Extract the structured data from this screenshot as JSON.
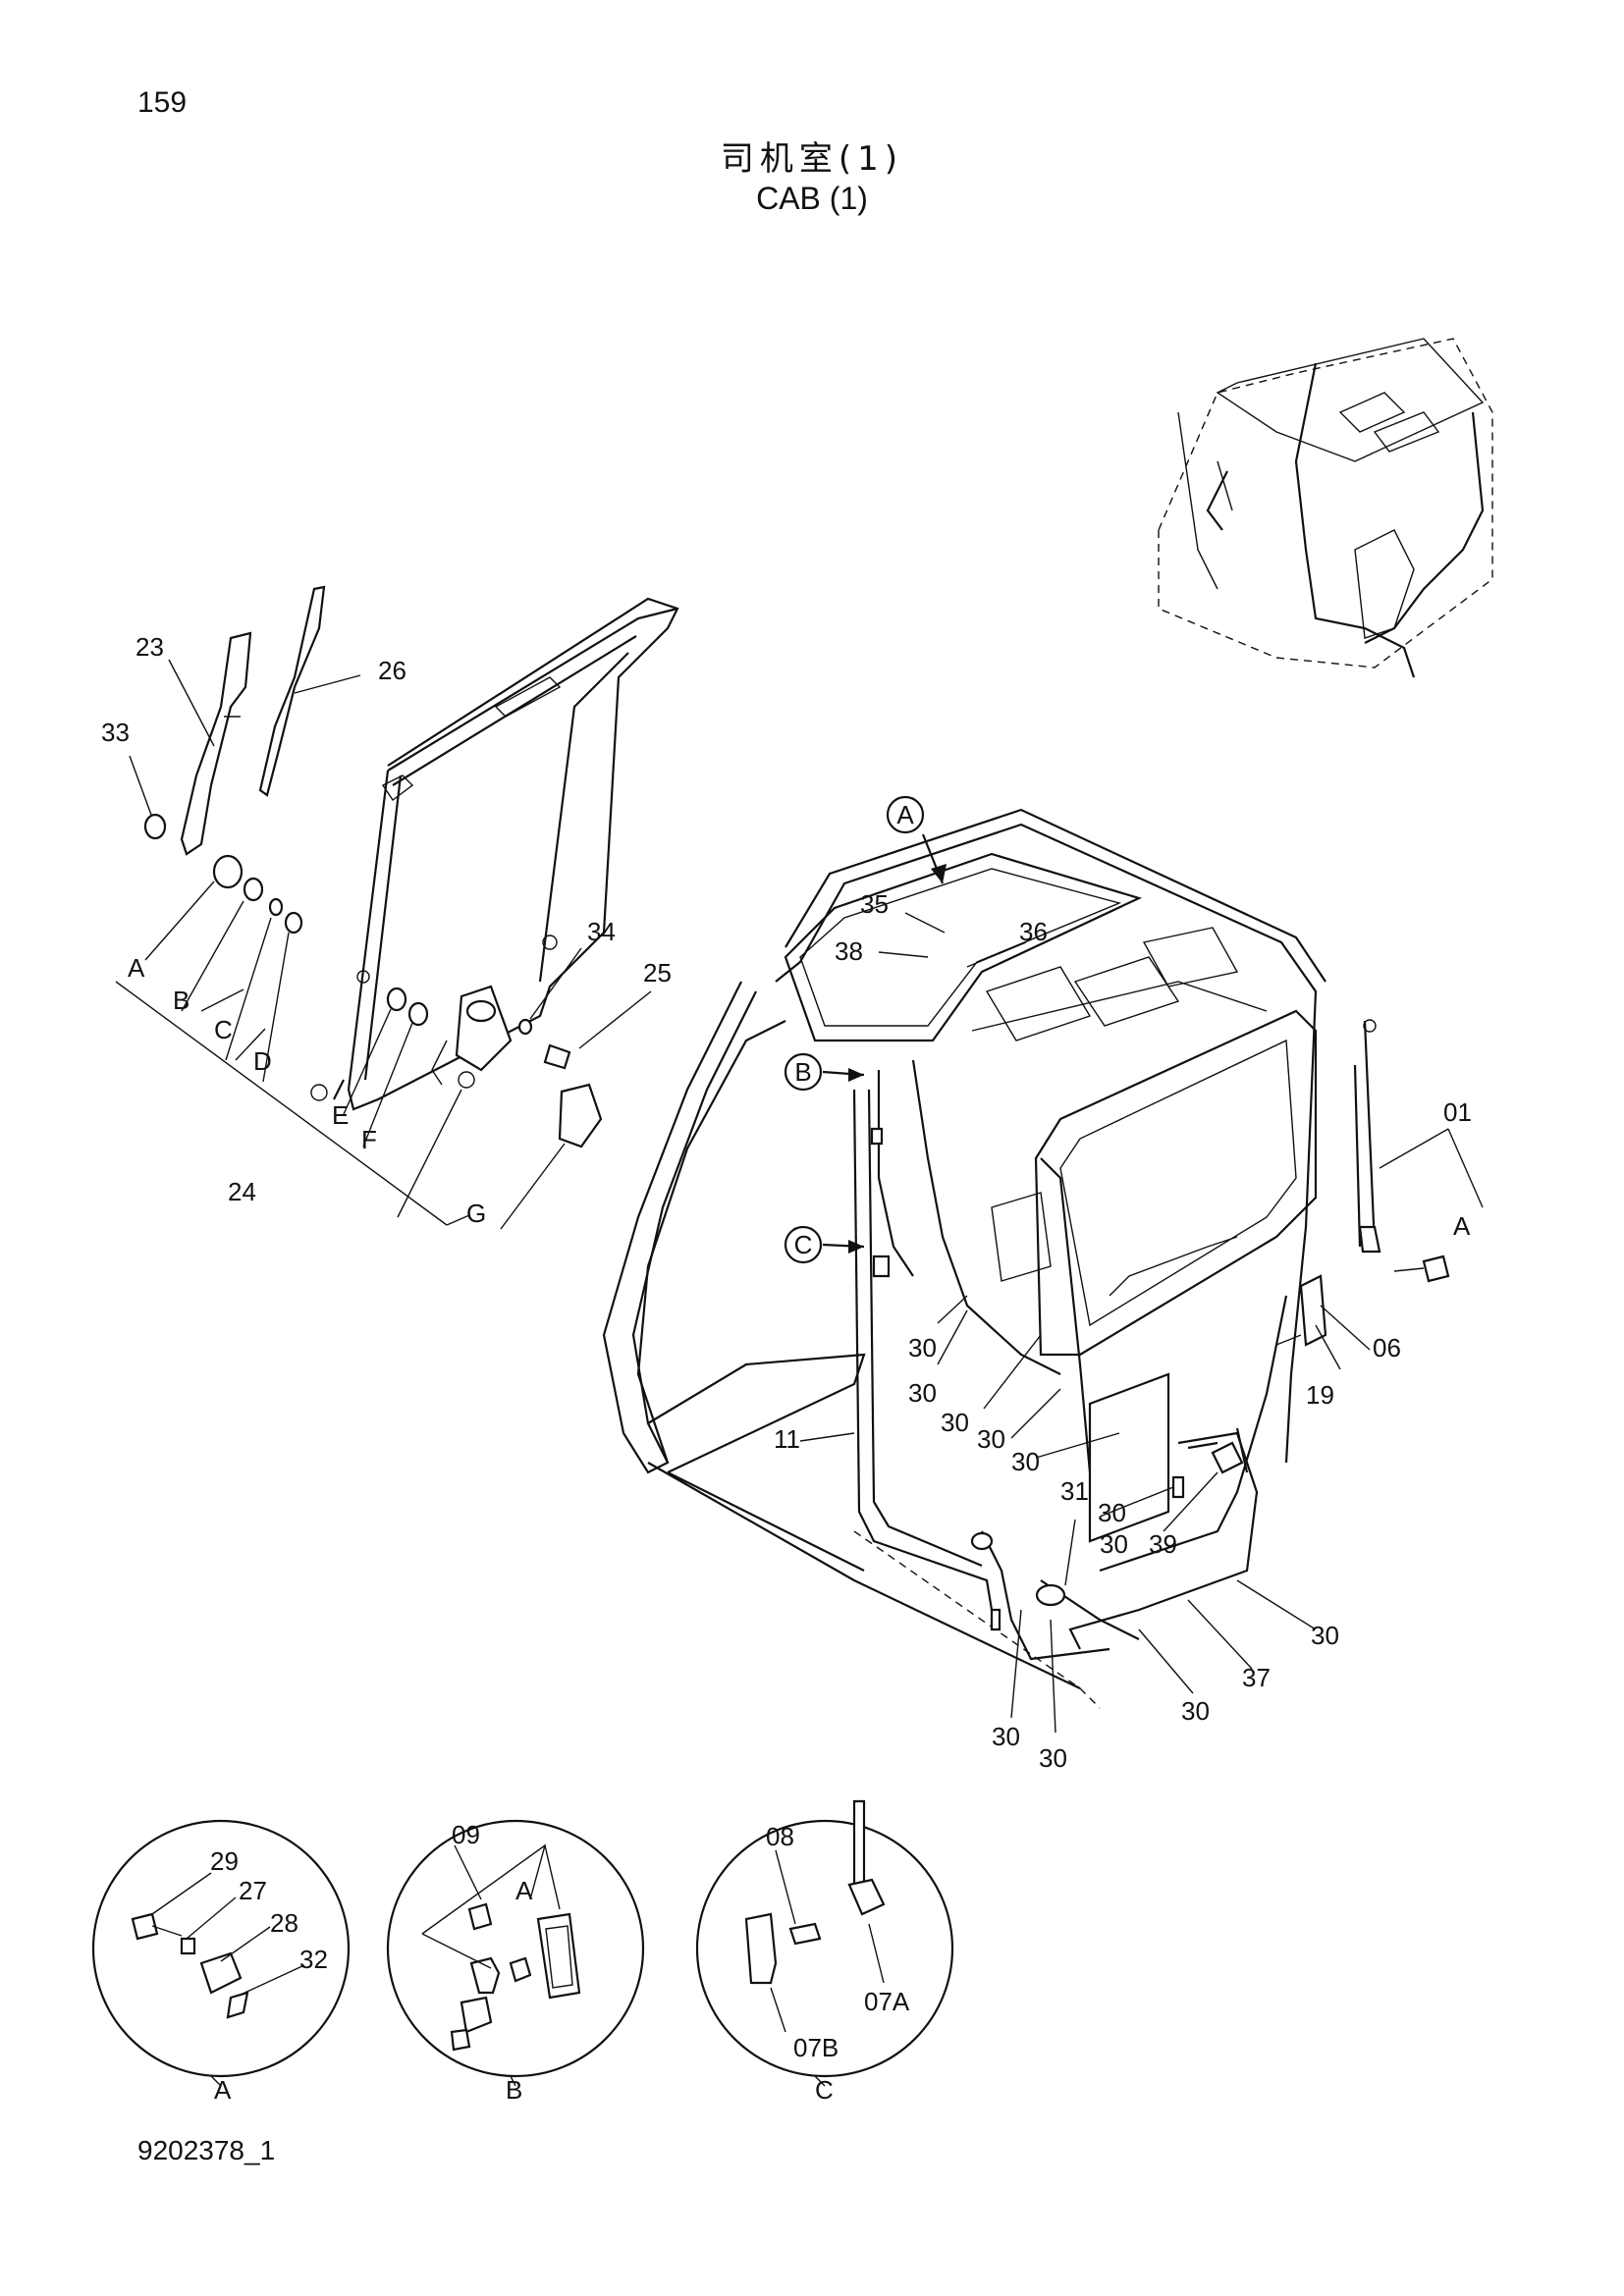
{
  "page_number": "159",
  "title_cn": "司机室(1)",
  "title_en": "CAB (1)",
  "doc_code": "9202378_1",
  "callouts": {
    "c23": "23",
    "c26": "26",
    "c33": "33",
    "c34": "34",
    "c25": "25",
    "c24": "24",
    "cA": "A",
    "cB": "B",
    "cC": "C",
    "cD": "D",
    "cE": "E",
    "cF": "F",
    "cG": "G",
    "c35": "35",
    "c36": "36",
    "c38": "38",
    "c01": "01",
    "c01A": "A",
    "c06": "06",
    "c19": "19",
    "c11": "11",
    "c31": "31",
    "c39": "39",
    "c37": "37",
    "c30a": "30",
    "c30b": "30",
    "c30c": "30",
    "c30d": "30",
    "c30e": "30",
    "c30f": "30",
    "c30g": "30",
    "c30h": "30",
    "c30i": "30",
    "c30j": "30",
    "c30k": "30"
  },
  "view_markers": {
    "A": "A",
    "B": "B",
    "C": "C"
  },
  "detail_a": {
    "label": "A",
    "parts": [
      "29",
      "27",
      "28",
      "32"
    ]
  },
  "detail_b": {
    "label": "B",
    "parts": [
      "09",
      "A"
    ]
  },
  "detail_c": {
    "label": "C",
    "parts": [
      "08",
      "07A",
      "07B"
    ]
  }
}
